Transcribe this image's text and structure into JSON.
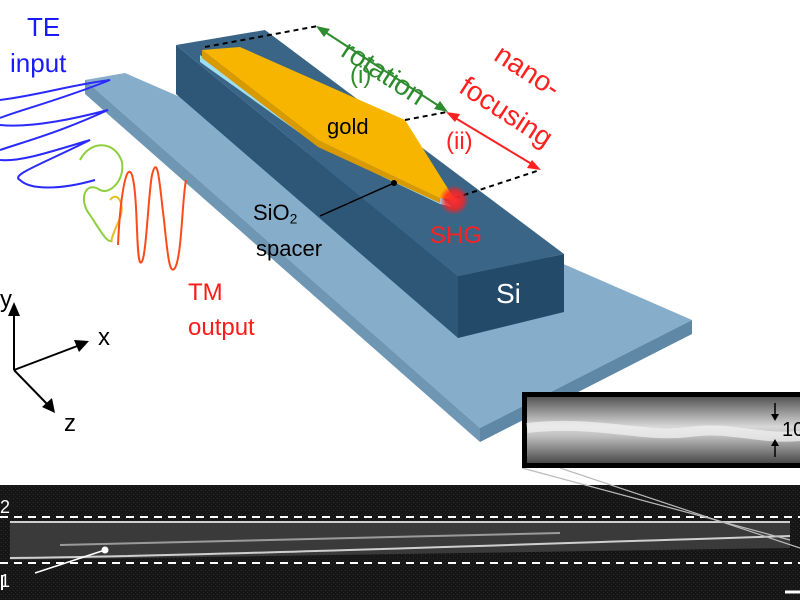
{
  "colors": {
    "substrate": "#86aecb",
    "substrate_side": "#5e88a6",
    "si": "#2e5677",
    "si_side": "#1f3f5c",
    "gold": "#f7b500",
    "spacer": "#8fd3e8",
    "te_color": "#1a1aff",
    "tm_color": "#ff1a1a",
    "rotation_color": "#2e8b2e",
    "focus_color": "#ff2020"
  },
  "labels": {
    "te_line1": "TE",
    "te_line2": "input",
    "rotation": "rotation",
    "step_i": "(i)",
    "nano_line1": "nano-",
    "nano_line2": "focusing",
    "step_ii": "(ii)",
    "gold": "gold",
    "si": "Si",
    "sio2_main": "SiO",
    "sio2_sub": "2",
    "spacer": "spacer",
    "shg": "SHG",
    "tm_line1": "TM",
    "tm_line2": "output",
    "axis_x": "x",
    "axis_y": "y",
    "axis_z": "z",
    "inset_scale": "10",
    "sem_left_label": "2",
    "sem_left_label_b": "1"
  }
}
